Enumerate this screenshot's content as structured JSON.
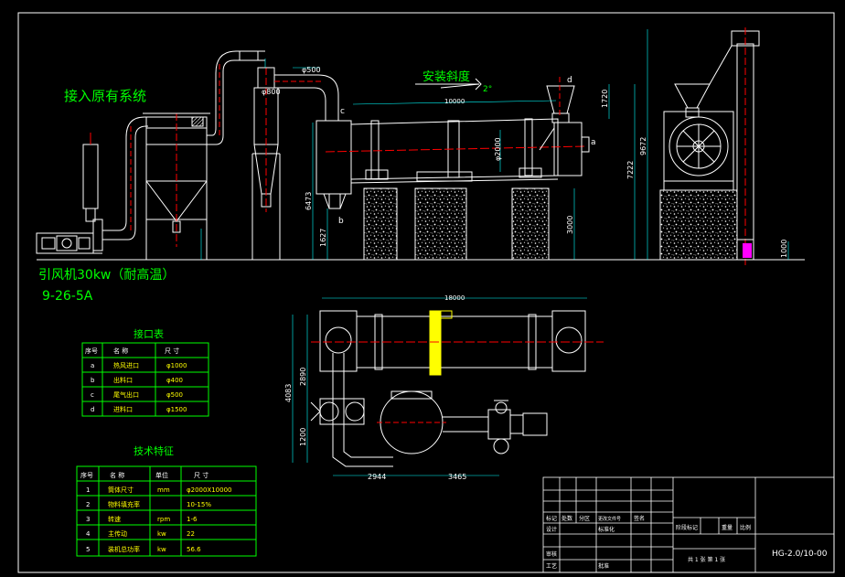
{
  "annotations": {
    "connect_existing": "接入原有系统",
    "install_slope": "安装斜度",
    "slope_angle": "2°",
    "fan_spec": "引风机30kw（耐高温）",
    "fan_model": "9-26-5A"
  },
  "dimensions": {
    "d500": "φ500",
    "d800": "φ800",
    "len_top": "10000",
    "d2000": "φ2000",
    "h6473": "6473",
    "h1627": "1627",
    "h3000": "3000",
    "h1720": "1720",
    "h9672": "9672",
    "h7222": "7222",
    "h1000": "1000",
    "h4083": "4083",
    "h2890": "2890",
    "h1200": "1200",
    "w18000": "18000",
    "w2944": "2944",
    "w3465": "3465",
    "tag_a": "a",
    "tag_b": "b",
    "tag_c": "c",
    "tag_d": "d"
  },
  "port_table": {
    "title": "接口表",
    "headers": [
      "序号",
      "名  称",
      "尺    寸"
    ],
    "rows": [
      [
        "a",
        "热风进口",
        "φ1000"
      ],
      [
        "b",
        "出料口",
        "φ400"
      ],
      [
        "c",
        "尾气出口",
        "φ500"
      ],
      [
        "d",
        "进料口",
        "φ1500"
      ]
    ]
  },
  "tech_table": {
    "title": "技术特征",
    "headers": [
      "序号",
      "名  称",
      "单位",
      "尺    寸"
    ],
    "rows": [
      [
        "1",
        "筒体尺寸",
        "mm",
        "φ2000X10000"
      ],
      [
        "2",
        "物料填充率",
        "",
        "10-15%"
      ],
      [
        "3",
        "转速",
        "rpm",
        "1-6"
      ],
      [
        "4",
        "主传动",
        "kw",
        "22"
      ],
      [
        "5",
        "装机总功率",
        "kw",
        "56.6"
      ]
    ]
  },
  "title_block": {
    "cells": [
      "标记",
      "处数",
      "分区",
      "更改文件号",
      "签名",
      "设计",
      "标准化",
      "审核",
      "工艺",
      "批准",
      "阶段标记",
      "重量",
      "比例"
    ],
    "sheet": "共 1 张  第 1 张",
    "drawing_no": "HG-2.0/10-00"
  },
  "colors": {
    "line": "#ffffff",
    "table_frame": "#00ff00",
    "centerline": "#ff0000",
    "dimension": "#00ffff",
    "accent_yellow": "#ffff00",
    "marker_magenta": "#ff00ff"
  }
}
